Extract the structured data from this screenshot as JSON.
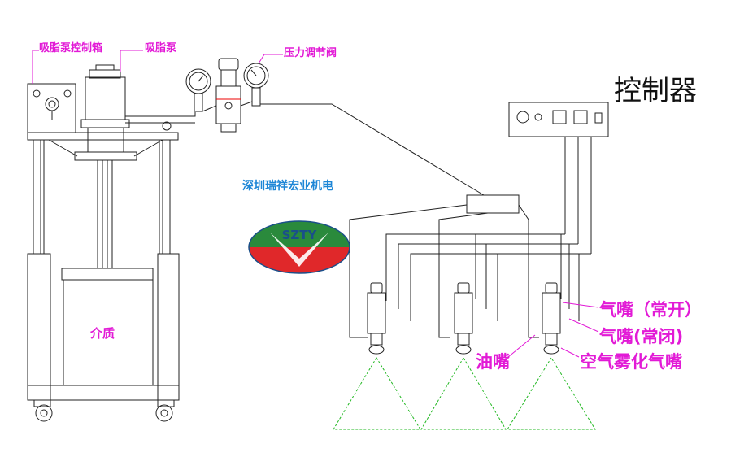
{
  "labels": {
    "control_box": "吸脂泵控制箱",
    "pump": "吸脂泵",
    "pressure_valve": "压力调节阀",
    "controller": "控制器",
    "company": "深圳瑞祥宏业机电",
    "medium": "介质",
    "nozzle_normally_open": "气嘴（常开）",
    "nozzle_normally_closed": "气嘴(常闭)",
    "oil_nozzle": "油嘴",
    "air_atomizing_nozzle": "空气雾化气嘴"
  },
  "logo": {
    "text": "SZTY",
    "colors": {
      "top": "#2a8a3c",
      "bottom": "#e0282a",
      "ring": "#1a4f8a"
    }
  },
  "colors": {
    "label": "#e21ad6",
    "company": "#1e86d6",
    "spray": "#22b822",
    "line": "#222222"
  }
}
